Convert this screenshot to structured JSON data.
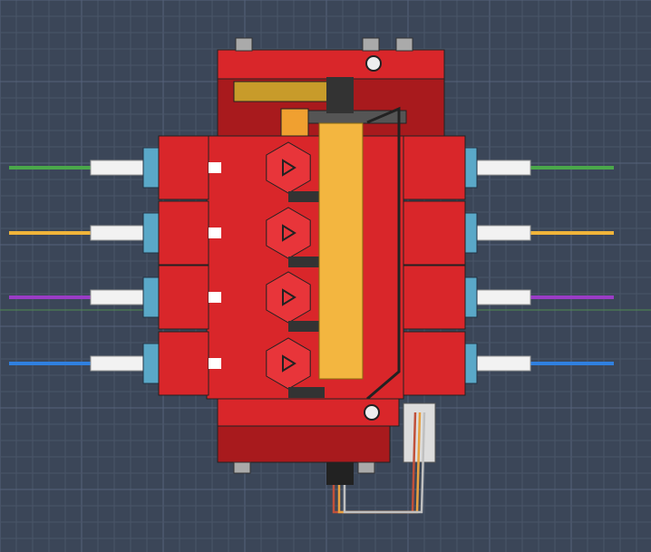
{
  "viewport": {
    "background": "#3b4658",
    "grid_minor": "#4a5568",
    "grid_major": "#56627a"
  },
  "model": {
    "body_color": "#d9262a",
    "body_dark": "#a81a1d",
    "shaft_color": "#f3b640",
    "tube_color": "#f2f2f2",
    "fitting_color": "#5aa8c8",
    "filaments": [
      {
        "name": "green",
        "color": "#4aa84a"
      },
      {
        "name": "yellow",
        "color": "#f0b43a"
      },
      {
        "name": "purple",
        "color": "#9a3cc6"
      },
      {
        "name": "blue",
        "color": "#2f80e0"
      }
    ],
    "wires": [
      "#c0503a",
      "#e8a040",
      "#c0c0c0"
    ]
  }
}
